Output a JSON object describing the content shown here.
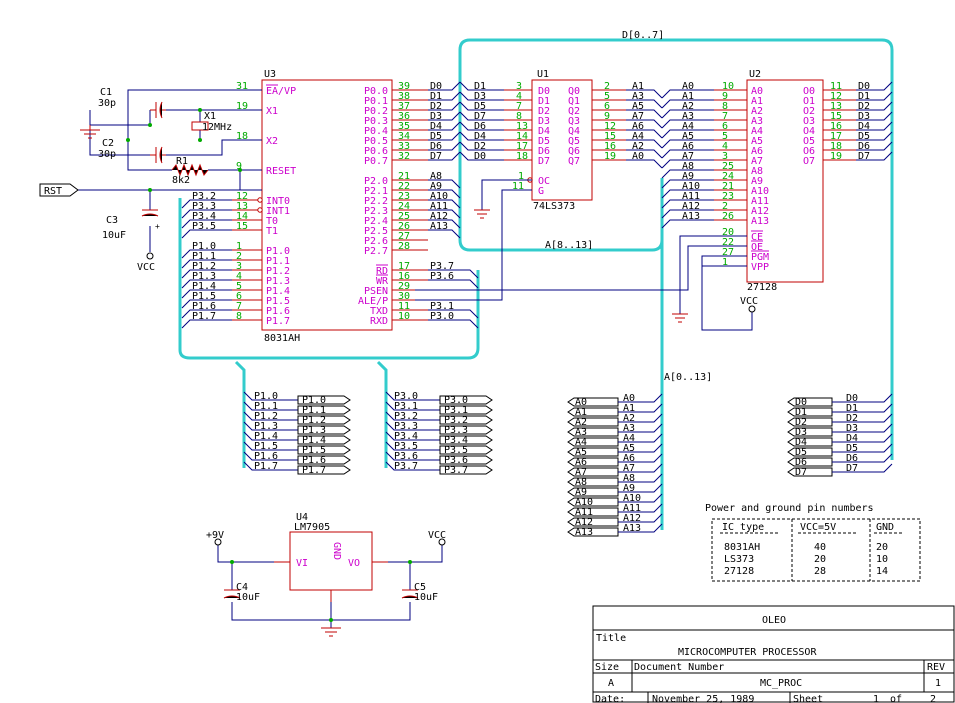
{
  "schematic": {
    "bus_labels": {
      "data": "D[0..7]",
      "addr_low": "A[8..13]",
      "addr": "A[0..13]"
    },
    "u3": {
      "ref": "U3",
      "part": "8031AH",
      "left": [
        {
          "pin": "31",
          "name": "EA/VP",
          "over": "EA"
        },
        {
          "pin": "19",
          "name": "X1"
        },
        {
          "pin": "18",
          "name": "X2"
        },
        {
          "pin": "9",
          "name": "RESET"
        },
        {
          "pin": "12",
          "name": "INT0",
          "bubble": true
        },
        {
          "pin": "13",
          "name": "INT1",
          "bubble": true
        },
        {
          "pin": "14",
          "name": "T0"
        },
        {
          "pin": "15",
          "name": "T1"
        },
        {
          "pin": "1",
          "name": "P1.0"
        },
        {
          "pin": "2",
          "name": "P1.1"
        },
        {
          "pin": "3",
          "name": "P1.2"
        },
        {
          "pin": "4",
          "name": "P1.3"
        },
        {
          "pin": "5",
          "name": "P1.4"
        },
        {
          "pin": "6",
          "name": "P1.5"
        },
        {
          "pin": "7",
          "name": "P1.6"
        },
        {
          "pin": "8",
          "name": "P1.7"
        }
      ],
      "right_p0": [
        {
          "pin": "39",
          "name": "P0.0",
          "net": "D0"
        },
        {
          "pin": "38",
          "name": "P0.1",
          "net": "D1"
        },
        {
          "pin": "37",
          "name": "P0.2",
          "net": "D2"
        },
        {
          "pin": "36",
          "name": "P0.3",
          "net": "D3"
        },
        {
          "pin": "35",
          "name": "P0.4",
          "net": "D4"
        },
        {
          "pin": "34",
          "name": "P0.5",
          "net": "D5"
        },
        {
          "pin": "33",
          "name": "P0.6",
          "net": "D6"
        },
        {
          "pin": "32",
          "name": "P0.7",
          "net": "D7"
        }
      ],
      "right_p2": [
        {
          "pin": "21",
          "name": "P2.0",
          "net": "A8"
        },
        {
          "pin": "22",
          "name": "P2.1",
          "net": "A9"
        },
        {
          "pin": "23",
          "name": "P2.2",
          "net": "A10"
        },
        {
          "pin": "24",
          "name": "P2.3",
          "net": "A11"
        },
        {
          "pin": "25",
          "name": "P2.4",
          "net": "A12"
        },
        {
          "pin": "26",
          "name": "P2.5",
          "net": "A13"
        },
        {
          "pin": "27",
          "name": "P2.6",
          "net": ""
        },
        {
          "pin": "28",
          "name": "P2.7",
          "net": ""
        }
      ],
      "right_ctl": [
        {
          "pin": "17",
          "name": "RD",
          "net": "P3.7",
          "over": "RD"
        },
        {
          "pin": "16",
          "name": "WR",
          "net": "P3.6",
          "over": "WR"
        },
        {
          "pin": "29",
          "name": "PSEN",
          "net": ""
        },
        {
          "pin": "30",
          "name": "ALE/P",
          "net": ""
        },
        {
          "pin": "11",
          "name": "TXD",
          "net": "P3.1"
        },
        {
          "pin": "10",
          "name": "RXD",
          "net": "P3.0"
        }
      ],
      "left_nets": [
        "P3.2",
        "P3.3",
        "P3.4",
        "P3.5",
        "P1.0",
        "P1.1",
        "P1.2",
        "P1.3",
        "P1.4",
        "P1.5",
        "P1.6",
        "P1.7"
      ]
    },
    "u1": {
      "ref": "U1",
      "part": "74LS373",
      "d_in": [
        {
          "pin": "3",
          "name": "D0",
          "net": "D1"
        },
        {
          "pin": "4",
          "name": "D1",
          "net": "D3"
        },
        {
          "pin": "7",
          "name": "D2",
          "net": "D5"
        },
        {
          "pin": "8",
          "name": "D3",
          "net": "D7"
        },
        {
          "pin": "13",
          "name": "D4",
          "net": "D6"
        },
        {
          "pin": "14",
          "name": "D5",
          "net": "D4"
        },
        {
          "pin": "17",
          "name": "D6",
          "net": "D2"
        },
        {
          "pin": "18",
          "name": "D7",
          "net": "D0"
        }
      ],
      "q_out": [
        {
          "pin": "2",
          "name": "Q0",
          "net": "A1"
        },
        {
          "pin": "5",
          "name": "Q1",
          "net": "A3"
        },
        {
          "pin": "6",
          "name": "Q2",
          "net": "A5"
        },
        {
          "pin": "9",
          "name": "Q3",
          "net": "A7"
        },
        {
          "pin": "12",
          "name": "Q4",
          "net": "A6"
        },
        {
          "pin": "15",
          "name": "Q5",
          "net": "A4"
        },
        {
          "pin": "16",
          "name": "Q6",
          "net": "A2"
        },
        {
          "pin": "19",
          "name": "Q7",
          "net": "A0"
        }
      ],
      "oc": {
        "pin": "1",
        "name": "OC"
      },
      "g": {
        "pin": "11",
        "name": "G"
      }
    },
    "u2": {
      "ref": "U2",
      "part": "27128",
      "addr": [
        {
          "pin": "10",
          "name": "A0",
          "net": "A0"
        },
        {
          "pin": "9",
          "name": "A1",
          "net": "A1"
        },
        {
          "pin": "8",
          "name": "A2",
          "net": "A2"
        },
        {
          "pin": "7",
          "name": "A3",
          "net": "A3"
        },
        {
          "pin": "6",
          "name": "A4",
          "net": "A4"
        },
        {
          "pin": "5",
          "name": "A5",
          "net": "A5"
        },
        {
          "pin": "4",
          "name": "A6",
          "net": "A6"
        },
        {
          "pin": "3",
          "name": "A7",
          "net": "A7"
        },
        {
          "pin": "25",
          "name": "A8",
          "net": "A8"
        },
        {
          "pin": "24",
          "name": "A9",
          "net": "A9"
        },
        {
          "pin": "21",
          "name": "A10",
          "net": "A10"
        },
        {
          "pin": "23",
          "name": "A11",
          "net": "A11"
        },
        {
          "pin": "2",
          "name": "A12",
          "net": "A12"
        },
        {
          "pin": "26",
          "name": "A13",
          "net": "A13"
        }
      ],
      "ctl": [
        {
          "pin": "20",
          "name": "CE",
          "over": "CE"
        },
        {
          "pin": "22",
          "name": "OE",
          "over": "OE"
        },
        {
          "pin": "27",
          "name": "PGM",
          "over": "PGM"
        },
        {
          "pin": "1",
          "name": "VPP"
        }
      ],
      "out": [
        {
          "pin": "11",
          "name": "O0",
          "net": "D0"
        },
        {
          "pin": "12",
          "name": "O1",
          "net": "D1"
        },
        {
          "pin": "13",
          "name": "O2",
          "net": "D2"
        },
        {
          "pin": "15",
          "name": "O3",
          "net": "D3"
        },
        {
          "pin": "16",
          "name": "O4",
          "net": "D4"
        },
        {
          "pin": "17",
          "name": "O5",
          "net": "D5"
        },
        {
          "pin": "18",
          "name": "O6",
          "net": "D6"
        },
        {
          "pin": "19",
          "name": "O7",
          "net": "D7"
        }
      ],
      "vcc_label": "VCC"
    },
    "parts": {
      "c1_ref": "C1",
      "c1_val": "30p",
      "c2_ref": "C2",
      "c2_val": "30p",
      "x1_ref": "X1",
      "x1_val": "12MHz",
      "r1_ref": "R1",
      "r1_val": "8k2",
      "c3_ref": "C3",
      "c3_val": "10uF",
      "vcc": "VCC",
      "rst": "RST"
    },
    "ports": {
      "p1": [
        {
          "in": "P1.0",
          "out": "P1.0"
        },
        {
          "in": "P1.1",
          "out": "P1.1"
        },
        {
          "in": "P1.2",
          "out": "P1.2"
        },
        {
          "in": "P1.3",
          "out": "P1.3"
        },
        {
          "in": "P1.4",
          "out": "P1.4"
        },
        {
          "in": "P1.5",
          "out": "P1.5"
        },
        {
          "in": "P1.6",
          "out": "P1.6"
        },
        {
          "in": "P1.7",
          "out": "P1.7"
        }
      ],
      "p3": [
        {
          "in": "P3.0",
          "out": "P3.0"
        },
        {
          "in": "P3.1",
          "out": "P3.1"
        },
        {
          "in": "P3.2",
          "out": "P3.2"
        },
        {
          "in": "P3.3",
          "out": "P3.3"
        },
        {
          "in": "P3.4",
          "out": "P3.4"
        },
        {
          "in": "P3.5",
          "out": "P3.5"
        },
        {
          "in": "P3.6",
          "out": "P3.6"
        },
        {
          "in": "P3.7",
          "out": "P3.7"
        }
      ],
      "addr": [
        {
          "port": "A0",
          "net": "A0"
        },
        {
          "port": "A1",
          "net": "A1"
        },
        {
          "port": "A2",
          "net": "A2"
        },
        {
          "port": "A3",
          "net": "A3"
        },
        {
          "port": "A4",
          "net": "A4"
        },
        {
          "port": "A5",
          "net": "A5"
        },
        {
          "port": "A6",
          "net": "A6"
        },
        {
          "port": "A7",
          "net": "A7"
        },
        {
          "port": "A8",
          "net": "A8"
        },
        {
          "port": "A9",
          "net": "A9"
        },
        {
          "port": "A10",
          "net": "A10"
        },
        {
          "port": "A11",
          "net": "A11"
        },
        {
          "port": "A12",
          "net": "A12"
        },
        {
          "port": "A13",
          "net": "A13"
        }
      ],
      "data": [
        {
          "port": "D0",
          "net": "D0"
        },
        {
          "port": "D1",
          "net": "D1"
        },
        {
          "port": "D2",
          "net": "D2"
        },
        {
          "port": "D3",
          "net": "D3"
        },
        {
          "port": "D4",
          "net": "D4"
        },
        {
          "port": "D5",
          "net": "D5"
        },
        {
          "port": "D6",
          "net": "D6"
        },
        {
          "port": "D7",
          "net": "D7"
        }
      ]
    },
    "regulator": {
      "ref": "U4",
      "part": "LM7905",
      "vi": "VI",
      "vo": "VO",
      "gnd": "GND",
      "in_label": "+9V",
      "out_label": "VCC",
      "c4_ref": "C4",
      "c4_val": "10uF",
      "c5_ref": "C5",
      "c5_val": "10uF"
    },
    "pin_table": {
      "title": "Power and ground pin numbers",
      "headers": [
        "IC type",
        "VCC=5V",
        "GND"
      ],
      "rows": [
        [
          "8031AH",
          "40",
          "20"
        ],
        [
          "LS373",
          "20",
          "10"
        ],
        [
          "27128",
          "28",
          "14"
        ]
      ]
    },
    "title_block": {
      "company": "OLEO",
      "title_label": "Title",
      "title": "MICROCOMPUTER PROCESSOR",
      "size_label": "Size",
      "size": "A",
      "docnum_label": "Document Number",
      "docnum": "MC_PROC",
      "rev_label": "REV",
      "rev": "1",
      "date_label": "Date:",
      "date": "November 25, 1989",
      "sheet_label": "Sheet",
      "sheet": "1",
      "of_label": "of",
      "sheet_total": "2"
    }
  }
}
